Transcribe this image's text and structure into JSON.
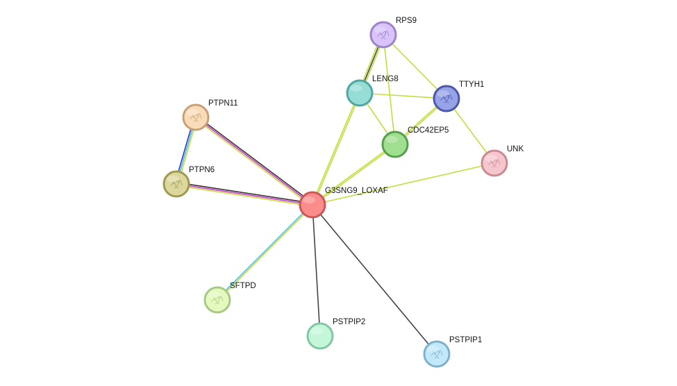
{
  "network": {
    "nodes": [
      {
        "id": "G3SNG9_LOXAF",
        "label": "G3SNG9_LOXAF",
        "fill": "#fb8c8c",
        "stroke": "#c9585a",
        "glyph": "none"
      },
      {
        "id": "RPS9",
        "label": "RPS9",
        "fill": "#d9c3fa",
        "stroke": "#9b84c9",
        "glyph": "structure-icon"
      },
      {
        "id": "LENG8",
        "label": "LENG8",
        "fill": "#96ddd6",
        "stroke": "#4fa79f",
        "glyph": "none"
      },
      {
        "id": "TTYH1",
        "label": "TTYH1",
        "fill": "#96a3e6",
        "stroke": "#4c56a8",
        "glyph": "structure-icon"
      },
      {
        "id": "CDC42EP5",
        "label": "CDC42EP5",
        "fill": "#9fdf8f",
        "stroke": "#54a04d",
        "glyph": "none"
      },
      {
        "id": "UNK",
        "label": "UNK",
        "fill": "#f6c6ce",
        "stroke": "#c98a91",
        "glyph": "structure-icon"
      },
      {
        "id": "PTPN11",
        "label": "PTPN11",
        "fill": "#fbdcb9",
        "stroke": "#c7a07a",
        "glyph": "structure-icon"
      },
      {
        "id": "PTPN6",
        "label": "PTPN6",
        "fill": "#dcd79c",
        "stroke": "#9e9a52",
        "glyph": "structure-icon"
      },
      {
        "id": "SFTPD",
        "label": "SFTPD",
        "fill": "#e3f9bd",
        "stroke": "#a9c886",
        "glyph": "structure-icon"
      },
      {
        "id": "PSTPIP2",
        "label": "PSTPIP2",
        "fill": "#c4f7d9",
        "stroke": "#82c7a2",
        "glyph": "none"
      },
      {
        "id": "PSTPIP1",
        "label": "PSTPIP1",
        "fill": "#c1e9fb",
        "stroke": "#7fb2c9",
        "glyph": "structure-icon"
      }
    ],
    "edges": [
      {
        "from": "G3SNG9_LOXAF",
        "to": "PTPN11",
        "colors": [
          "#c5dc3c",
          "#cc33cc",
          "#333333"
        ]
      },
      {
        "from": "G3SNG9_LOXAF",
        "to": "PTPN6",
        "colors": [
          "#c5dc3c",
          "#cc33cc",
          "#333333"
        ]
      },
      {
        "from": "PTPN11",
        "to": "PTPN6",
        "colors": [
          "#c5dc3c",
          "#3bbfe0",
          "#3333cc"
        ]
      },
      {
        "from": "G3SNG9_LOXAF",
        "to": "SFTPD",
        "colors": [
          "#c5dc3c",
          "#3bbfe0"
        ]
      },
      {
        "from": "G3SNG9_LOXAF",
        "to": "PSTPIP2",
        "colors": [
          "#444444"
        ]
      },
      {
        "from": "G3SNG9_LOXAF",
        "to": "PSTPIP1",
        "colors": [
          "#444444"
        ]
      },
      {
        "from": "G3SNG9_LOXAF",
        "to": "LENG8",
        "colors": [
          "#c5dc3c",
          "#c5dc3c"
        ]
      },
      {
        "from": "G3SNG9_LOXAF",
        "to": "CDC42EP5",
        "colors": [
          "#c5dc3c",
          "#c5dc3c"
        ]
      },
      {
        "from": "G3SNG9_LOXAF",
        "to": "UNK",
        "colors": [
          "#c5dc3c"
        ]
      },
      {
        "from": "RPS9",
        "to": "LENG8",
        "colors": [
          "#c5dc3c",
          "#444444",
          "#c5dc3c"
        ]
      },
      {
        "from": "RPS9",
        "to": "TTYH1",
        "colors": [
          "#c5dc3c"
        ]
      },
      {
        "from": "RPS9",
        "to": "CDC42EP5",
        "colors": [
          "#c5dc3c"
        ]
      },
      {
        "from": "LENG8",
        "to": "TTYH1",
        "colors": [
          "#c5dc3c"
        ]
      },
      {
        "from": "LENG8",
        "to": "CDC42EP5",
        "colors": [
          "#c5dc3c"
        ]
      },
      {
        "from": "TTYH1",
        "to": "CDC42EP5",
        "colors": [
          "#c5dc3c",
          "#c5dc3c"
        ]
      },
      {
        "from": "TTYH1",
        "to": "UNK",
        "colors": [
          "#c5dc3c"
        ]
      }
    ]
  }
}
